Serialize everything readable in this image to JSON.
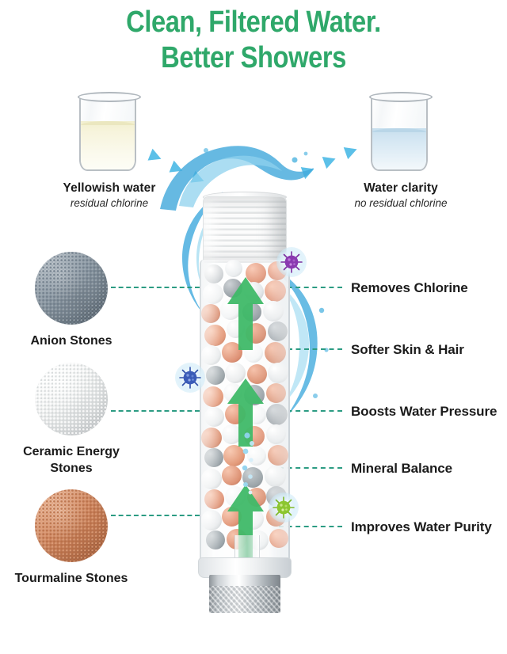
{
  "heading": {
    "line1": "Clean, Filtered Water.",
    "line2": "Better Showers",
    "color": "#2fa86a"
  },
  "beakers": {
    "left": {
      "label": "Yellowish water",
      "sublabel": "residual chlorine",
      "liquid_color": "#f4f1d4"
    },
    "right": {
      "label": "Water clarity",
      "sublabel": "no residual chlorine",
      "liquid_color": "#cde2f0"
    }
  },
  "stones": [
    {
      "label": "Anion Stones",
      "color": "#8c99a4"
    },
    {
      "label": "Ceramic Energy\nStones",
      "label_line1": "Ceramic Energy",
      "label_line2": "Stones",
      "color": "#eceeed"
    },
    {
      "label": "Tourmaline Stones",
      "color": "#d08761"
    }
  ],
  "benefits": [
    {
      "label": "Removes Chlorine"
    },
    {
      "label": "Softer Skin & Hair"
    },
    {
      "label": "Boosts Water Pressure"
    },
    {
      "label": "Mineral Balance"
    },
    {
      "label": "Improves Water Purity"
    }
  ],
  "germs": [
    {
      "name": "virus-purple",
      "color": "#7b2fa0"
    },
    {
      "name": "virus-blue",
      "color": "#2f4fa8"
    },
    {
      "name": "virus-green",
      "color": "#7fb82a"
    }
  ],
  "accents": {
    "connector": "#2c9c83",
    "flow_arrow": "#3fb968",
    "water": "#3fa9dd",
    "chevron": "#5cc0e8"
  }
}
